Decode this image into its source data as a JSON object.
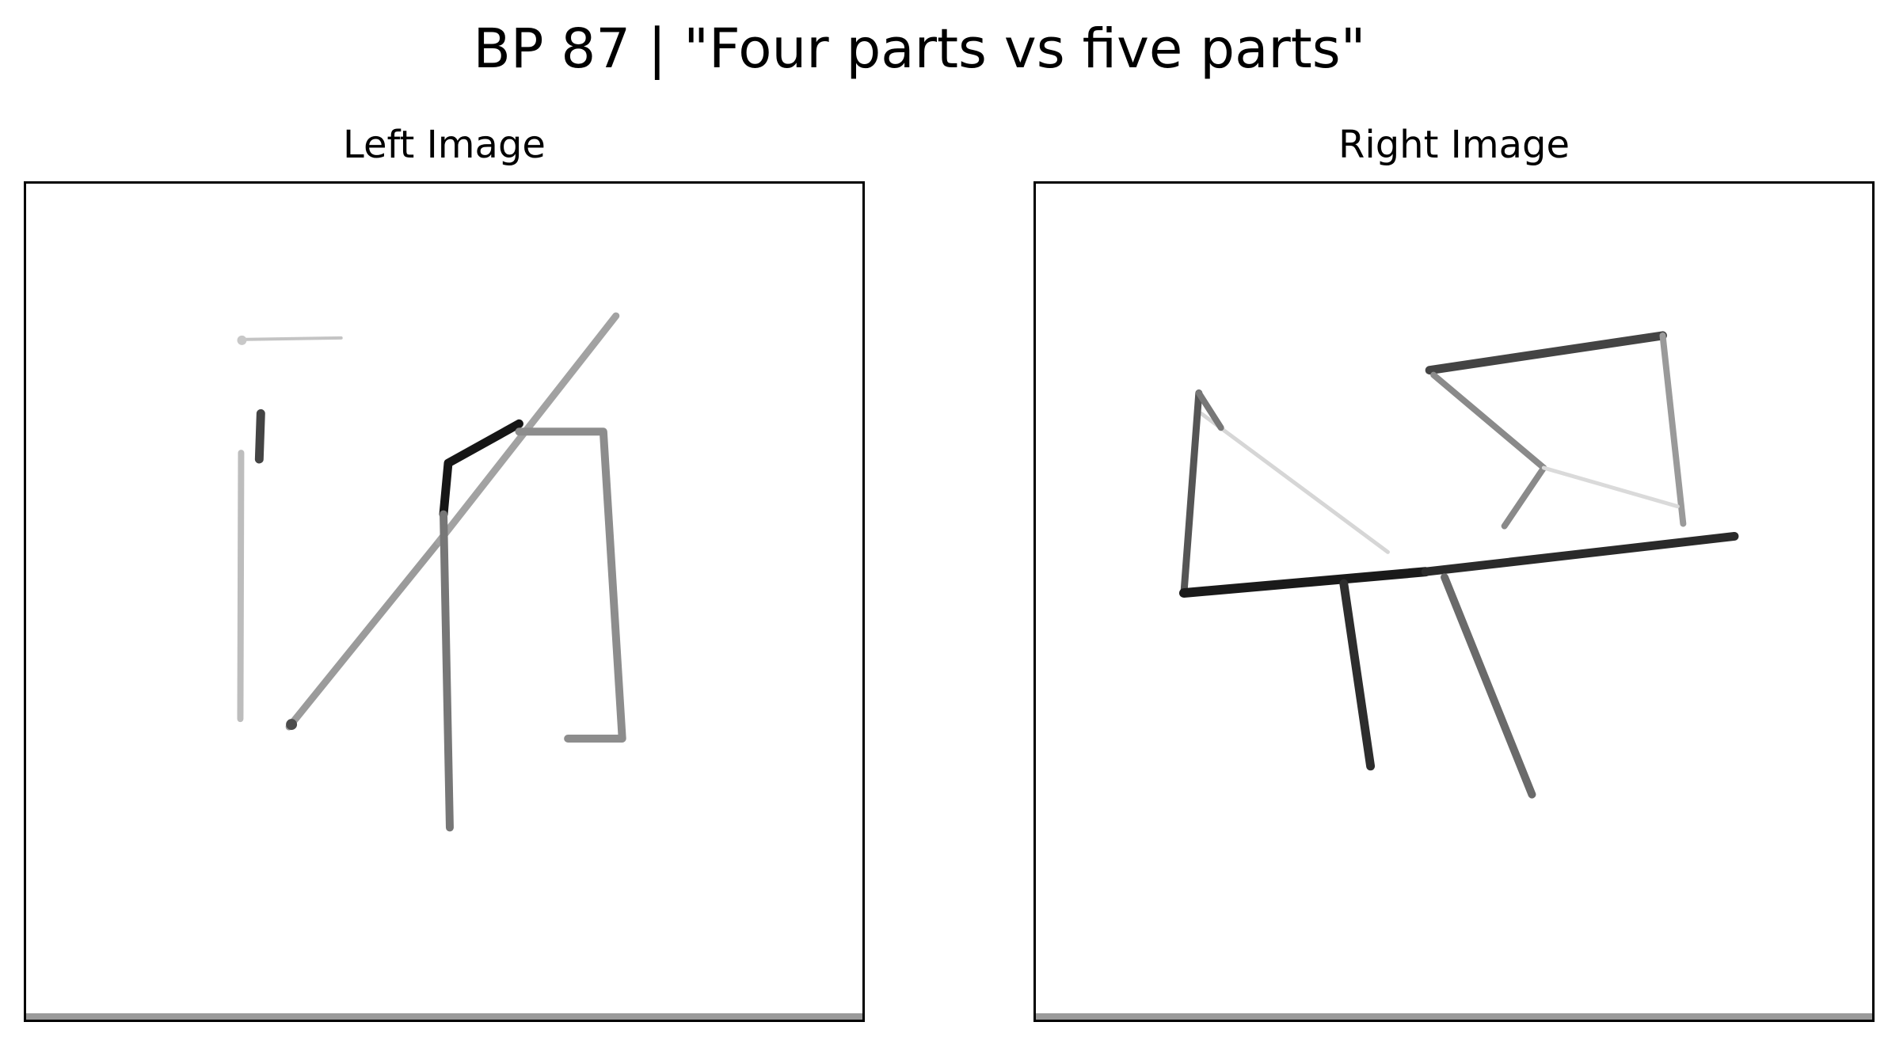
{
  "figure": {
    "title": "BP 87 | \"Four parts vs five parts\""
  },
  "panels": {
    "left": {
      "title": "Left Image"
    },
    "right": {
      "title": "Right Image"
    }
  },
  "colors": {
    "background": "#ffffff",
    "border": "#000000",
    "stroke_dark": "#111111",
    "stroke_mid": "#555555",
    "stroke_light": "#b5b5b5"
  }
}
